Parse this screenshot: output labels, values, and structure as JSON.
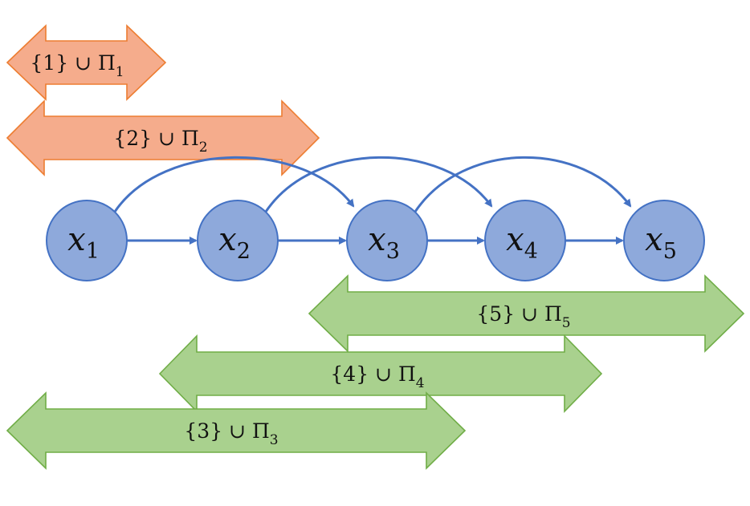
{
  "colors": {
    "orange_fill": "#F5AC8C",
    "orange_stroke": "#ED7D31",
    "green_fill": "#A9D18E",
    "green_stroke": "#70AD47",
    "node_fill": "#8EA9DB",
    "node_stroke": "#4472C4",
    "edge": "#4472C4"
  },
  "nodes": [
    {
      "id": "x1",
      "var": "x",
      "sub": "1"
    },
    {
      "id": "x2",
      "var": "x",
      "sub": "2"
    },
    {
      "id": "x3",
      "var": "x",
      "sub": "3"
    },
    {
      "id": "x4",
      "var": "x",
      "sub": "4"
    },
    {
      "id": "x5",
      "var": "x",
      "sub": "5"
    }
  ],
  "edges": [
    {
      "from": "x1",
      "to": "x2"
    },
    {
      "from": "x2",
      "to": "x3"
    },
    {
      "from": "x3",
      "to": "x4"
    },
    {
      "from": "x4",
      "to": "x5"
    },
    {
      "from": "x1",
      "to": "x3"
    },
    {
      "from": "x2",
      "to": "x4"
    },
    {
      "from": "x3",
      "to": "x5"
    }
  ],
  "bands": [
    {
      "id": "band-1",
      "label": "{1} ∪ Π",
      "sub": "1",
      "color": "orange"
    },
    {
      "id": "band-2",
      "label": "{2} ∪ Π",
      "sub": "2",
      "color": "orange"
    },
    {
      "id": "band-5",
      "label": "{5} ∪ Π",
      "sub": "5",
      "color": "green"
    },
    {
      "id": "band-4",
      "label": "{4} ∪ Π",
      "sub": "4",
      "color": "green"
    },
    {
      "id": "band-3",
      "label": "{3} ∪ Π",
      "sub": "3",
      "color": "green"
    }
  ]
}
